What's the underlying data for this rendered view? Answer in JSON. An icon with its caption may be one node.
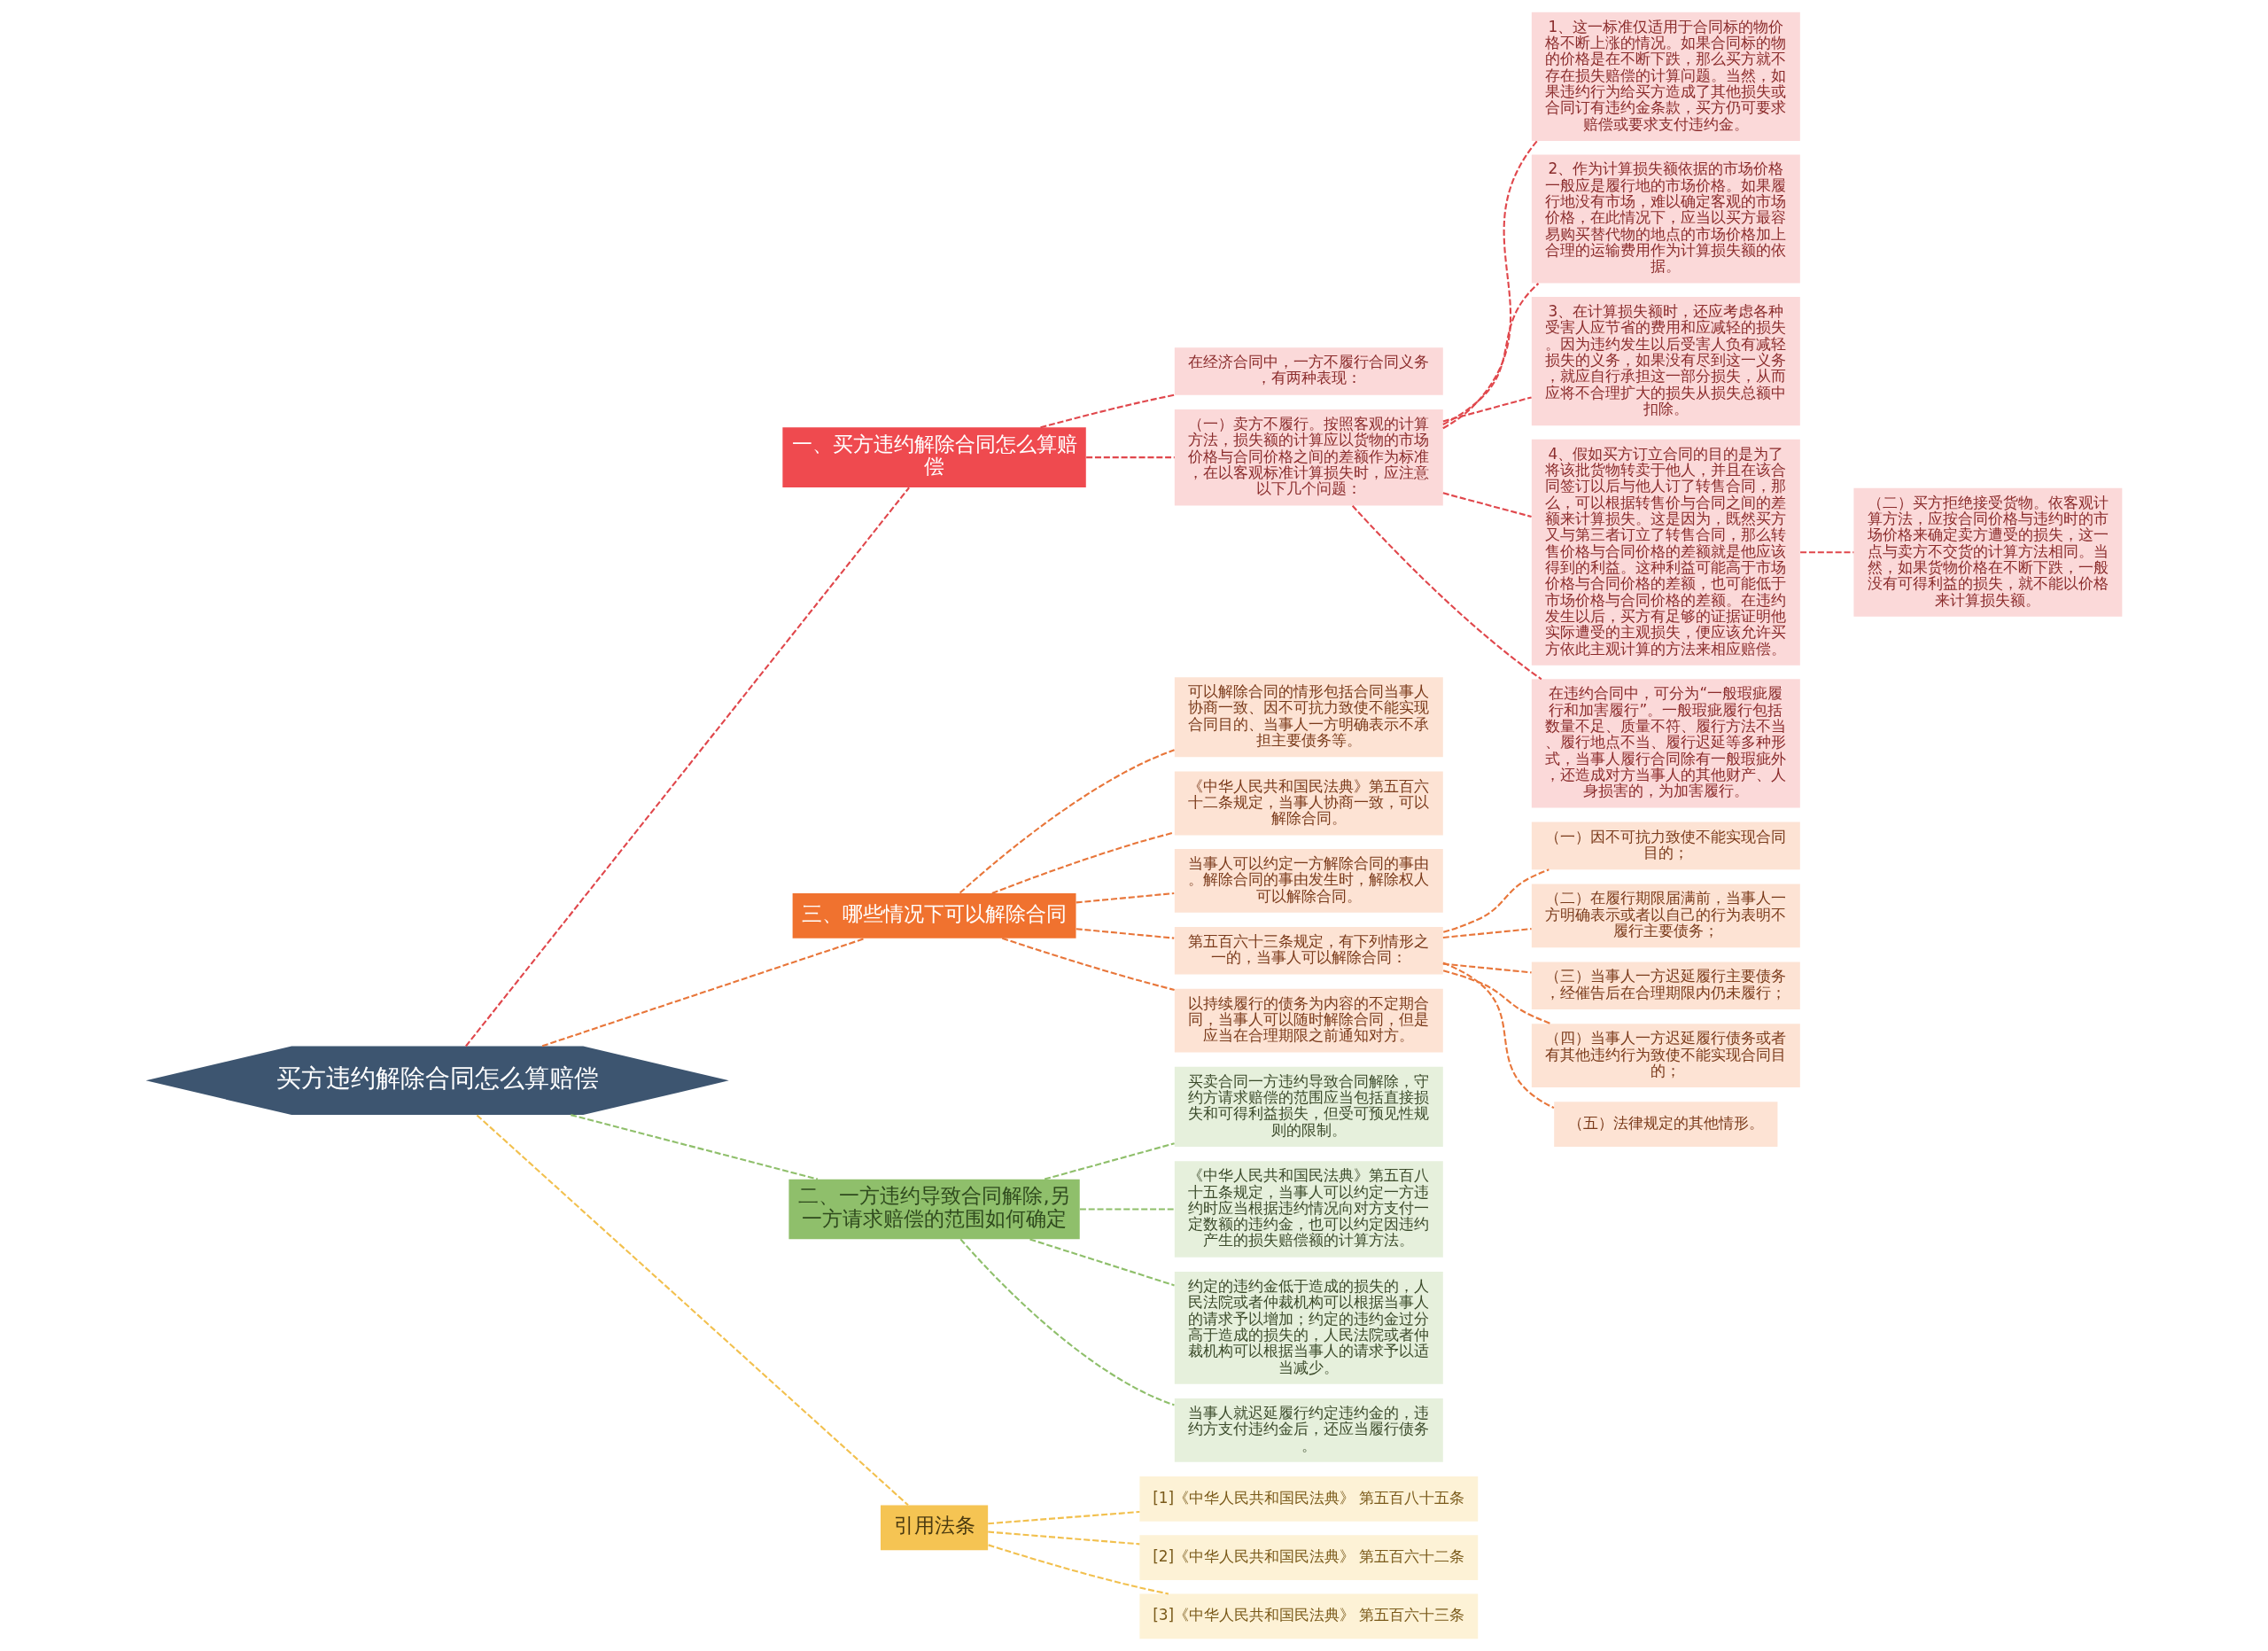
{
  "diagram": {
    "nodes": [
      {
        "text": [
          "买方违约解除合同怎么算赔偿"
        ]
      },
      {
        "text": [
          "一、买方违约解除合同怎么算赔偿"
        ]
      },
      {
        "text": [
          "在经济合同中，一方不履行合同义务，有两种表现："
        ]
      },
      {
        "text": [
          "（一）卖方不履行。按照客观的计算方法，损失额的计算应以货物的市场价格与合同价格之间的差额作为标准，在以客观标准计算损失时，应注意以下几个问题："
        ]
      },
      {
        "text": [
          "1、这一标准仅适用于合同标的物价格不断上涨的情况。如果合同标的物的价格是在不断下跌，那么买方就不存在损失赔偿的计算问题。当然，如果违约行为给买方造成了其他损失或合同订有违约金条款，买方仍可要求赔偿或要求支付违约金。"
        ]
      },
      {
        "text": [
          "2、作为计算损失额依据的市场价格一般应是履行地的市场价格。如果履行地没有市场，难以确定客观的市场价格，在此情况下，应当以买方最容易购买替代物的地点的市场价格加上合理的运输费用作为计算损失额的依据。"
        ]
      },
      {
        "text": [
          "3、在计算损失额时，还应考虑各种受害人应节省的费用和应减轻的损失。因为违约发生以后受害人负有减轻损失的义务，如果没有尽到这一义务，就应自行承担这一部分损失，从而应将不合理扩大的损失从损失总额中扣除。"
        ]
      },
      {
        "text": [
          "4、假如买方订立合同的目的是为了将该批货物转卖于他人，并且在该合同签订以后与他人订了转售合同，那么，可以根据转售价与合同之间的差额来计算损失。这是因为，既然买方又与第三者订立了转售合同，那么转售价格与合同价格的差额就是他应该得到的利益。这种利益可能高于市场价格与合同价格的差额，也可能低于市场价格与合同价格的差额。在违约发生以后，买方有足够的证据证明他实际遭受的主观损失，便应该允许买方依此主观计算的方法来相应赔偿。"
        ]
      },
      {
        "text": [
          "在违约合同中，可分为“一般瑕疵履行和加害履行”。一般瑕疵履行包括数量不足、质量不符、履行方法不当、履行地点不当、履行迟延等多种形式，当事人履行合同除有一般瑕疵外，还造成对方当事人的其他财产、人身损害的，为加害履行。"
        ]
      },
      {
        "text": [
          "（二）买方拒绝接受货物。依客观计算方法，应按合同价格与违约时的市场价格来确定卖方遭受的损失，这一点与卖方不交货的计算方法相同。当然，如果货物价格在不断下跌，一般没有可得利益的损失，就不能以价格来计算损失额。"
        ]
      },
      {
        "text": [
          "三、哪些情况下可以解除合同"
        ]
      },
      {
        "text": [
          "可以解除合同的情形包括合同当事人协商一致、因不可抗力致使不能实现合同目的、当事人一方明确表示不承担主要债务等。"
        ]
      },
      {
        "text": [
          "《中华人民共和国民法典》第五百六十二条规定，当事人协商一致，可以解除合同。"
        ]
      },
      {
        "text": [
          "当事人可以约定一方解除合同的事由。解除合同的事由发生时，解除权人可以解除合同。"
        ]
      },
      {
        "text": [
          "第五百六十三条规定，有下列情形之一的，当事人可以解除合同："
        ]
      },
      {
        "text": [
          "以持续履行的债务为内容的不定期合同，当事人可以随时解除合同，但是应当在合理期限之前通知对方。"
        ]
      },
      {
        "text": [
          "（一）因不可抗力致使不能实现合同目的；"
        ]
      },
      {
        "text": [
          "（二）在履行期限届满前，当事人一方明确表示或者以自己的行为表明不履行主要债务；"
        ]
      },
      {
        "text": [
          "（三）当事人一方迟延履行主要债务，经催告后在合理期限内仍未履行；"
        ]
      },
      {
        "text": [
          "（四）当事人一方迟延履行债务或者有其他违约行为致使不能实现合同目的；"
        ]
      },
      {
        "text": [
          "（五）法律规定的其他情形。"
        ]
      },
      {
        "text": [
          "二、一方违约导致合同解除,另一方请求赔偿的范围如何确定"
        ]
      },
      {
        "text": [
          "买卖合同一方违约导致合同解除，守约方请求赔偿的范围应当包括直接损失和可得利益损失，但受可预见性规则的限制。"
        ]
      },
      {
        "text": [
          "《中华人民共和国民法典》第五百八十五条规定，当事人可以约定一方违约时应当根据违约情况向对方支付一定数额的违约金，也可以约定因违约产生的损失赔偿额的计算方法。"
        ]
      },
      {
        "text": [
          "约定的违约金低于造成的损失的，人民法院或者仲裁机构可以根据当事人的请求予以增加；约定的违约金过分高于造成的损失的，人民法院或者仲裁机构可以根据当事人的请求予以适当减少。"
        ]
      },
      {
        "text": [
          "当事人就迟延履行约定违约金的，违约方支付违约金后，还应当履行债务。"
        ]
      },
      {
        "text": [
          "引用法条"
        ]
      },
      {
        "text": [
          "[1]《中华人民共和国民法典》 第五百八十五条"
        ]
      },
      {
        "text": [
          "[2]《中华人民共和国民法典》 第五百六十二条"
        ]
      },
      {
        "text": [
          "[3]《中华人民共和国民法典》 第五百六十三条"
        ]
      }
    ],
    "edges": [
      {
        "from": 0,
        "to": 1,
        "arrow": "none",
        "style": "dashed",
        "color": "#e0474c"
      },
      {
        "from": 1,
        "to": 2,
        "arrow": "none",
        "style": "dashed",
        "color": "#e0474c"
      },
      {
        "from": 1,
        "to": 3,
        "arrow": "none",
        "style": "dashed",
        "color": "#e0474c"
      },
      {
        "from": 3,
        "to": 4,
        "arrow": "none",
        "style": "dashed",
        "color": "#e0474c"
      },
      {
        "from": 3,
        "to": 5,
        "arrow": "none",
        "style": "dashed",
        "color": "#e0474c"
      },
      {
        "from": 3,
        "to": 6,
        "arrow": "none",
        "style": "dashed",
        "color": "#e0474c"
      },
      {
        "from": 3,
        "to": 7,
        "arrow": "none",
        "style": "dashed",
        "color": "#e0474c"
      },
      {
        "from": 3,
        "to": 8,
        "arrow": "none",
        "style": "dashed",
        "color": "#e0474c"
      },
      {
        "from": 7,
        "to": 9,
        "arrow": "none",
        "style": "dashed",
        "color": "#e0474c"
      },
      {
        "from": 0,
        "to": 10,
        "arrow": "none",
        "style": "dashed"
      },
      {
        "from": 10,
        "to": 11,
        "arrow": "none",
        "style": "dashed"
      },
      {
        "from": 10,
        "to": 12,
        "arrow": "none",
        "style": "dashed"
      },
      {
        "from": 10,
        "to": 13,
        "arrow": "none",
        "style": "dashed"
      },
      {
        "from": 10,
        "to": 14,
        "arrow": "none",
        "style": "dashed"
      },
      {
        "from": 10,
        "to": 15,
        "arrow": "none",
        "style": "dashed"
      },
      {
        "from": 14,
        "to": 16,
        "arrow": "none",
        "style": "dashed"
      },
      {
        "from": 14,
        "to": 17,
        "arrow": "none",
        "style": "dashed"
      },
      {
        "from": 14,
        "to": 18,
        "arrow": "none",
        "style": "dashed"
      },
      {
        "from": 14,
        "to": 19,
        "arrow": "none",
        "style": "dashed"
      },
      {
        "from": 14,
        "to": 20,
        "arrow": "none",
        "style": "dashed"
      },
      {
        "from": 0,
        "to": 21,
        "arrow": "none",
        "style": "dashed",
        "color": "#8fbf6b"
      },
      {
        "from": 21,
        "to": 22,
        "arrow": "none",
        "style": "dashed",
        "color": "#8fbf6b"
      },
      {
        "from": 21,
        "to": 23,
        "arrow": "none",
        "style": "dashed",
        "color": "#8fbf6b"
      },
      {
        "from": 21,
        "to": 24,
        "arrow": "none",
        "style": "dashed",
        "color": "#8fbf6b"
      },
      {
        "from": 21,
        "to": 25,
        "arrow": "none",
        "style": "dashed",
        "color": "#8fbf6b"
      },
      {
        "from": 0,
        "to": 26,
        "arrow": "none",
        "style": "dashed",
        "color": "#f2c04e"
      },
      {
        "from": 26,
        "to": 27,
        "arrow": "none",
        "style": "dashed",
        "color": "#f2c04e"
      },
      {
        "from": 26,
        "to": 28,
        "arrow": "none",
        "style": "dashed",
        "color": "#f2c04e"
      },
      {
        "from": 26,
        "to": 29,
        "arrow": "none",
        "style": "dashed",
        "color": "#f2c04e"
      }
    ]
  }
}
